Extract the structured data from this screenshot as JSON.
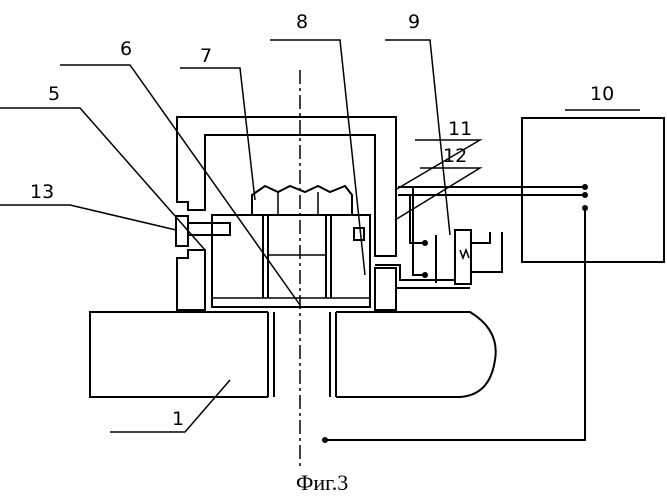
{
  "figure": {
    "caption": "Фиг.3",
    "labels": {
      "l1": "1",
      "l5": "5",
      "l6": "6",
      "l7": "7",
      "l8": "8",
      "l9": "9",
      "l10": "10",
      "l11": "11",
      "l12": "12",
      "l13": "13"
    }
  }
}
